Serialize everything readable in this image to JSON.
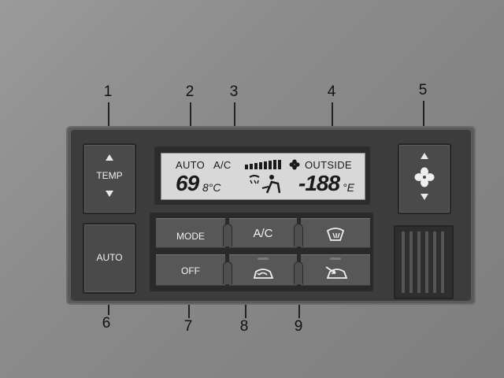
{
  "callouts": {
    "n1": "1",
    "n2": "2",
    "n3": "3",
    "n4": "4",
    "n5": "5",
    "n6": "6",
    "n7": "7",
    "n8": "8",
    "n9": "9"
  },
  "buttons": {
    "temp": "TEMP",
    "auto": "AUTO",
    "mode": "MODE",
    "ac": "A/C",
    "off": "OFF"
  },
  "display": {
    "auto": "AUTO",
    "ac": "A/C",
    "outside": "OUTSIDE",
    "inside_temp": "69",
    "inside_unit": "8°C",
    "outside_temp": "-188",
    "outside_unit": "°E"
  },
  "icons": {
    "temp_up": "triangle-up-icon",
    "temp_down": "triangle-down-icon",
    "fan": "fan-icon",
    "fan_down": "triangle-down-icon",
    "defrost": "windshield-defrost-icon",
    "recirc": "air-recirculation-icon",
    "fresh": "fresh-air-intake-icon"
  },
  "colors": {
    "panel": "#3c3c3c",
    "button": "#575757",
    "lcd": "#d8d8d8",
    "label": "#f2f2f2"
  }
}
